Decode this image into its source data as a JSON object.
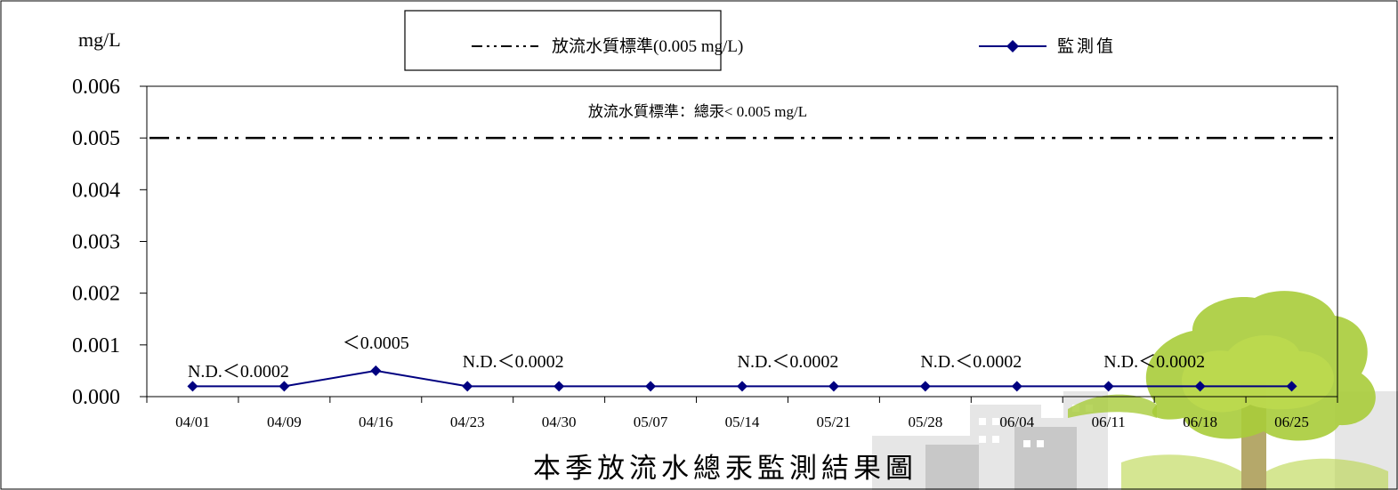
{
  "chart_data": {
    "type": "line",
    "title": "本季放流水總汞監測結果圖",
    "ylabel": "mg/L",
    "xlabel": "",
    "ylim": [
      0,
      0.006
    ],
    "yticks": [
      "0.000",
      "0.001",
      "0.002",
      "0.003",
      "0.004",
      "0.005",
      "0.006"
    ],
    "categories": [
      "04/01",
      "04/09",
      "04/16",
      "04/23",
      "04/30",
      "05/07",
      "05/14",
      "05/21",
      "05/28",
      "06/04",
      "06/11",
      "06/18",
      "06/25"
    ],
    "series": [
      {
        "name": "監測值",
        "color": "#000080",
        "values": [
          0.0002,
          0.0002,
          0.0005,
          0.0002,
          0.0002,
          0.0002,
          0.0002,
          0.0002,
          0.0002,
          0.0002,
          0.0002,
          0.0002,
          0.0002
        ]
      }
    ],
    "reference_line": {
      "name": "放流水質標準(0.005 mg/L)",
      "value": 0.005,
      "style": "dash-dot-dot",
      "label": "放流水質標準：總汞< 0.005 mg/L"
    },
    "annotations": [
      {
        "index": 0.5,
        "text": "N.D.＜0.0002"
      },
      {
        "index": 2,
        "text": "＜0.0005"
      },
      {
        "index": 3.5,
        "text": "N.D.＜0.0002"
      },
      {
        "index": 6.5,
        "text": "N.D.＜0.0002"
      },
      {
        "index": 8.5,
        "text": "N.D.＜0.0002"
      },
      {
        "index": 10.5,
        "text": "N.D.＜0.0002"
      }
    ],
    "legend_position": "top-center",
    "grid": false
  }
}
